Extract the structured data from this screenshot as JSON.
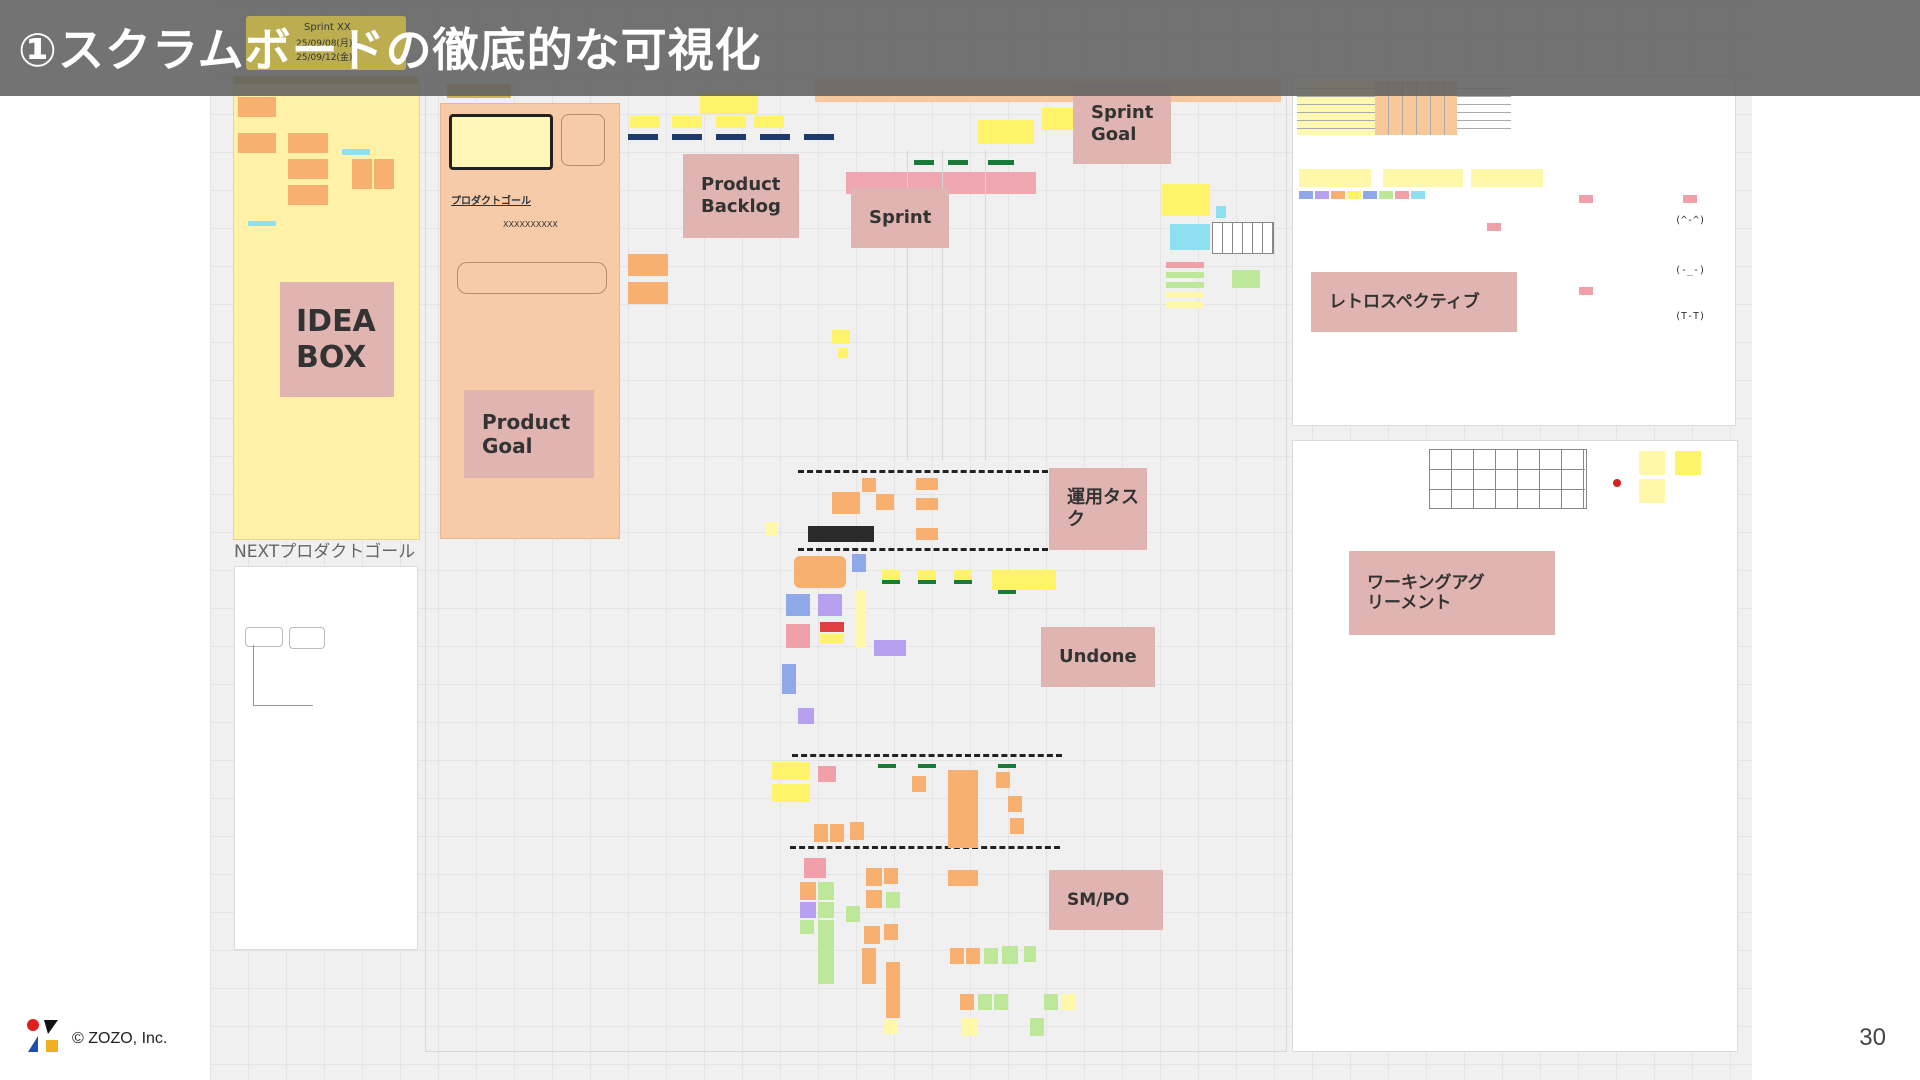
{
  "slide": {
    "title": "①スクラムボードの徹底的な可視化",
    "page_number": "30",
    "copyright": "© ZOZO, Inc.",
    "next_product_goal_label": "NEXTプロダクトゴール"
  },
  "board": {
    "sprint_header": {
      "title": "Sprint XX",
      "dates_line1": "25/09/08(月)~",
      "dates_line2": "25/09/12(金)"
    },
    "product_goal_area": {
      "heading": "プロダクトゴール",
      "placeholder": "XXXXXXXXXX"
    },
    "retro_emotes": [
      "(^-^)",
      "(-_-)",
      "(T-T)"
    ],
    "labels": {
      "idea_box": "IDEA BOX",
      "product_goal": "Product Goal",
      "product_backlog": "Product Backlog",
      "sprint": "Sprint",
      "sprint_goal": "Sprint Goal",
      "ops_task": "運用タスク",
      "undone": "Undone",
      "sm_po": "SM/PO",
      "retrospective": "レトロスペクティブ",
      "working_agreement": "ワーキングアグリーメント"
    }
  },
  "colors": {
    "label_card": "#e0b4b0",
    "idea_box_bg": "#fff2a8",
    "product_goal_bg": "#f8cba8",
    "title_bar": "#606060"
  },
  "icons": {
    "logo": "zozo-logo-icon"
  }
}
